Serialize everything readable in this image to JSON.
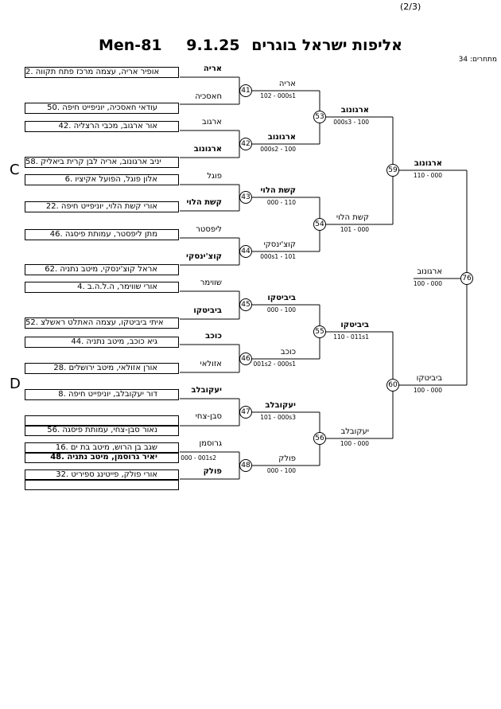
{
  "page": "(2/3)",
  "title": {
    "event": "Men-81",
    "date": "9.1.25",
    "name": "אליפות ישראל בוגרים"
  },
  "entrants": "מתחרים: 34",
  "marks": [
    "C",
    "D"
  ],
  "seeds": [
    {
      "text": "2. אופיר אריה, עצמה מרכז פתח תקווה",
      "bold": false
    },
    {
      "text": "50. עודאי חאסכיה, יוניפייט חיפה",
      "bold": false
    },
    {
      "text": "42. אור ארגוב, מכבי הרצליה",
      "bold": false
    },
    {
      "text": "58. יניב ארגונוב, אריה לבן קרית ביאליק",
      "bold": false
    },
    {
      "text": "6. אלון פוגל, הפועל אקיציו",
      "bold": false
    },
    {
      "text": "22. אורי קשת הלוי, יוניפייט חיפה",
      "bold": false
    },
    {
      "text": "46. מתן ליפסטר, עמותת פיסגה",
      "bold": false
    },
    {
      "text": "62. אראל קוצ'ינסקי, מיטב נתניה",
      "bold": false
    },
    {
      "text": "4. אורי שווימר, ה.ל.ה.ב",
      "bold": false
    },
    {
      "text": "52. איתי ביביטקו, עצמה האתלט ראשלצ",
      "bold": false
    },
    {
      "text": "44. גיא כוכב, מיטב נתניה",
      "bold": false
    },
    {
      "text": "28. אורן אזולאי, מיטב ירושלים",
      "bold": false
    },
    {
      "text": "8. דור יעקובלב, יוניפייט חיפה",
      "bold": false
    },
    {
      "text": "",
      "bold": false
    },
    {
      "text": "56. נאור סבן-צחי, עמותת פיסגה",
      "bold": false
    },
    {
      "text": "16. שגב בן הרוש, מיטב בת ים",
      "bold": false
    },
    {
      "text": "48. יאיר גרוסמן, מיטב נתניה",
      "bold": true
    },
    {
      "text": "32. אורי פולק, פייטינג ספיריט",
      "bold": false
    },
    {
      "text": "",
      "bold": false
    }
  ],
  "surnames": [
    {
      "text": "אריה",
      "bold": true
    },
    {
      "text": "חאסכיה",
      "bold": false
    },
    {
      "text": "ארגוב",
      "bold": false
    },
    {
      "text": "ארגונוב",
      "bold": true
    },
    {
      "text": "פוגל",
      "bold": false
    },
    {
      "text": "קשת הלוי",
      "bold": true
    },
    {
      "text": "ליפסטר",
      "bold": false
    },
    {
      "text": "קוצ'ינסקי",
      "bold": true
    },
    {
      "text": "שווימר",
      "bold": false
    },
    {
      "text": "ביביטקו",
      "bold": true
    },
    {
      "text": "כוכב",
      "bold": true
    },
    {
      "text": "אזולאי",
      "bold": false
    },
    {
      "text": "יעקובלב",
      "bold": true
    },
    {
      "text": "סבן-צחי",
      "bold": false
    },
    {
      "text": "גרוסמן",
      "bold": false
    },
    {
      "text": "פולק",
      "bold": true
    }
  ],
  "matches": [
    {
      "num": "41",
      "winner": "אריה",
      "score": "102 - 000s1",
      "bold": false
    },
    {
      "num": "42",
      "winner": "ארגונוב",
      "score": "000s2 - 100",
      "bold": true
    },
    {
      "num": "43",
      "winner": "קשת הלוי",
      "score": "000 - 110",
      "bold": true
    },
    {
      "num": "44",
      "winner": "קוצ'ינסקי",
      "score": "000s1 - 101",
      "bold": false
    },
    {
      "num": "45",
      "winner": "ביביטקו",
      "score": "000 - 100",
      "bold": true
    },
    {
      "num": "46",
      "winner": "כוכב",
      "score": "001s2 - 000s1",
      "bold": false
    },
    {
      "num": "47",
      "winner": "יעקובלב",
      "score": "101 - 000s3",
      "bold": true
    },
    {
      "num": "48",
      "winner": "פולק",
      "score": "000 - 100",
      "bold": false
    },
    {
      "num": "53",
      "winner": "ארגונוב",
      "score": "000s3 - 100",
      "bold": true
    },
    {
      "num": "54",
      "winner": "קשת הלוי",
      "score": "101 - 000",
      "bold": false
    },
    {
      "num": "55",
      "winner": "ביביטקו",
      "score": "110 - 011s1",
      "bold": true
    },
    {
      "num": "56",
      "winner": "יעקובלב",
      "score": "100 - 000",
      "bold": false
    },
    {
      "num": "59",
      "winner": "ארגונוב",
      "score": "110 - 000",
      "bold": true
    },
    {
      "num": "60",
      "winner": "ביביטקו",
      "score": "100 - 000",
      "bold": false
    },
    {
      "num": "76",
      "winner": "ארגונוב",
      "score": "100 - 000",
      "bold": false
    }
  ],
  "prelim_score": "000 - 001s2"
}
